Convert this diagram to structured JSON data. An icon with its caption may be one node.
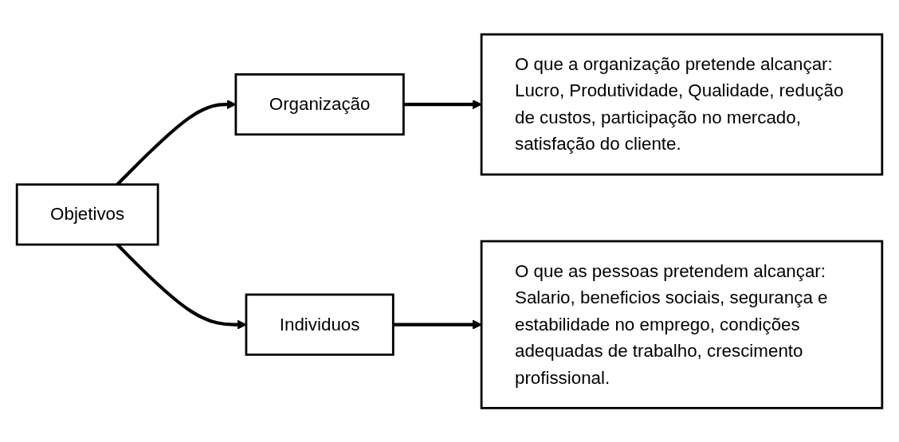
{
  "diagram": {
    "nodes": [
      {
        "text": [
          "Objetivos"
        ]
      },
      {
        "text": [
          "Organização"
        ]
      },
      {
        "text": [
          "Individuos"
        ]
      },
      {
        "text": [
          "O que a organização pretende alcançar:",
          "Lucro, Produtividade, Qualidade, redução de custos, participação no mercado, satisfação do cliente."
        ]
      },
      {
        "text": [
          "O que as pessoas pretendem alcançar:",
          "Salario, beneficios sociais, segurança e estabilidade no emprego, condições adequadas de trabalho, crescimento profissional."
        ]
      }
    ],
    "edges": [
      {
        "from": 0,
        "to": 1,
        "arrow": "to"
      },
      {
        "from": 0,
        "to": 2,
        "arrow": "to"
      },
      {
        "from": 1,
        "to": 3,
        "arrow": "to"
      },
      {
        "from": 2,
        "to": 4,
        "arrow": "to"
      }
    ]
  }
}
